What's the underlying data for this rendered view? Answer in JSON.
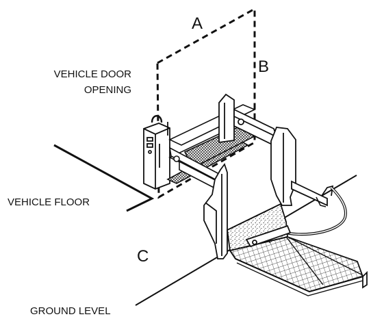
{
  "labels": {
    "door_opening_line1": "VEHICLE DOOR",
    "door_opening_line2": "OPENING",
    "vehicle_floor": "VEHICLE FLOOR",
    "ground_level": "GROUND LEVEL",
    "dim_a": "A",
    "dim_b": "B",
    "dim_c": "C"
  },
  "colors": {
    "ink": "#111111",
    "background": "#ffffff",
    "platform_speckle": "#444444"
  }
}
